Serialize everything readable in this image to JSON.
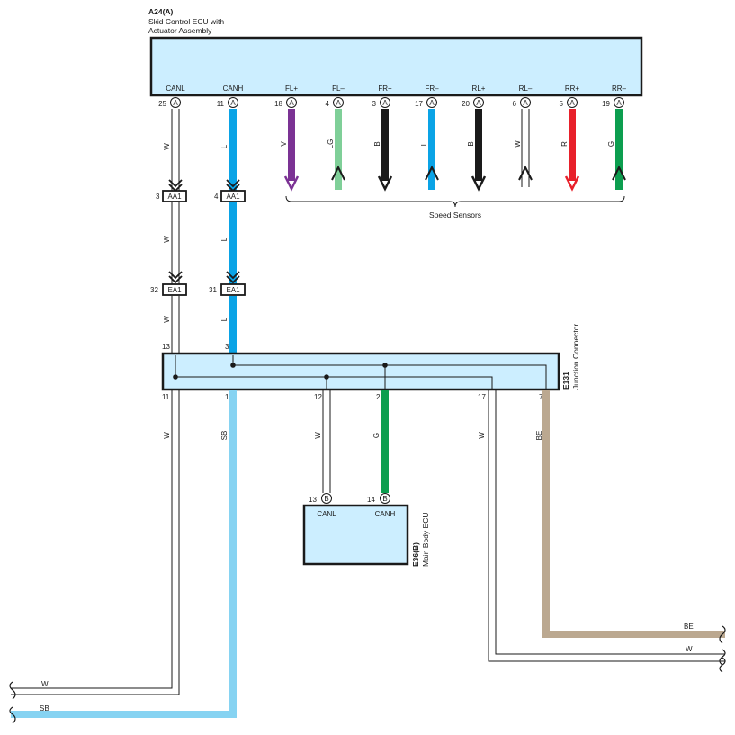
{
  "ecu_a24": {
    "code": "A24(A)",
    "title_line1": "Skid Control ECU with",
    "title_line2": "Actuator Assembly",
    "connector_letter": "A",
    "pins": [
      {
        "label": "CANL",
        "pin": "25",
        "wire": "W"
      },
      {
        "label": "CANH",
        "pin": "11",
        "wire": "L"
      },
      {
        "label": "FL+",
        "pin": "18",
        "wire": "V"
      },
      {
        "label": "FL–",
        "pin": "4",
        "wire": "LG"
      },
      {
        "label": "FR+",
        "pin": "3",
        "wire": "B"
      },
      {
        "label": "FR–",
        "pin": "17",
        "wire": "L"
      },
      {
        "label": "RL+",
        "pin": "20",
        "wire": "B"
      },
      {
        "label": "RL–",
        "pin": "6",
        "wire": "W"
      },
      {
        "label": "RR+",
        "pin": "5",
        "wire": "R"
      },
      {
        "label": "RR–",
        "pin": "19",
        "wire": "G"
      }
    ]
  },
  "speed_sensors_label": "Speed Sensors",
  "connector_aa1": {
    "name": "AA1",
    "pin_left": "3",
    "pin_right": "4",
    "wire_left": "W",
    "wire_right": "L"
  },
  "connector_ea1": {
    "name": "EA1",
    "pin_left": "32",
    "pin_right": "31",
    "wire_left": "W",
    "wire_right": "L"
  },
  "junction": {
    "code": "E131",
    "name": "Junction Connector",
    "top_pin_left": "13",
    "top_pin_right": "3",
    "bottom_pins": [
      {
        "pin": "11",
        "wire": "W"
      },
      {
        "pin": "1",
        "wire": "SB"
      },
      {
        "pin": "12",
        "wire": "W"
      },
      {
        "pin": "2",
        "wire": "G"
      },
      {
        "pin": "17",
        "wire": "W"
      },
      {
        "pin": "7",
        "wire": "BE"
      }
    ]
  },
  "main_body_ecu": {
    "code": "E36(B)",
    "name": "Main Body ECU",
    "connector_letter": "B",
    "pins": [
      {
        "label": "CANL",
        "pin": "13"
      },
      {
        "label": "CANH",
        "pin": "14"
      }
    ]
  },
  "exits": {
    "right_top": "BE",
    "right_bottom": "W",
    "left_top": "W",
    "left_bottom": "SB"
  },
  "colors": {
    "V": "#7b3294",
    "LG": "#7fcf98",
    "B": "#1a1a1a",
    "L": "#0aa3e6",
    "R": "#e8202a",
    "G": "#0c9e4f",
    "SB": "#86d3f2",
    "BE": "#bba890",
    "W": "#ffffff",
    "box_fill": "#cceeff"
  }
}
